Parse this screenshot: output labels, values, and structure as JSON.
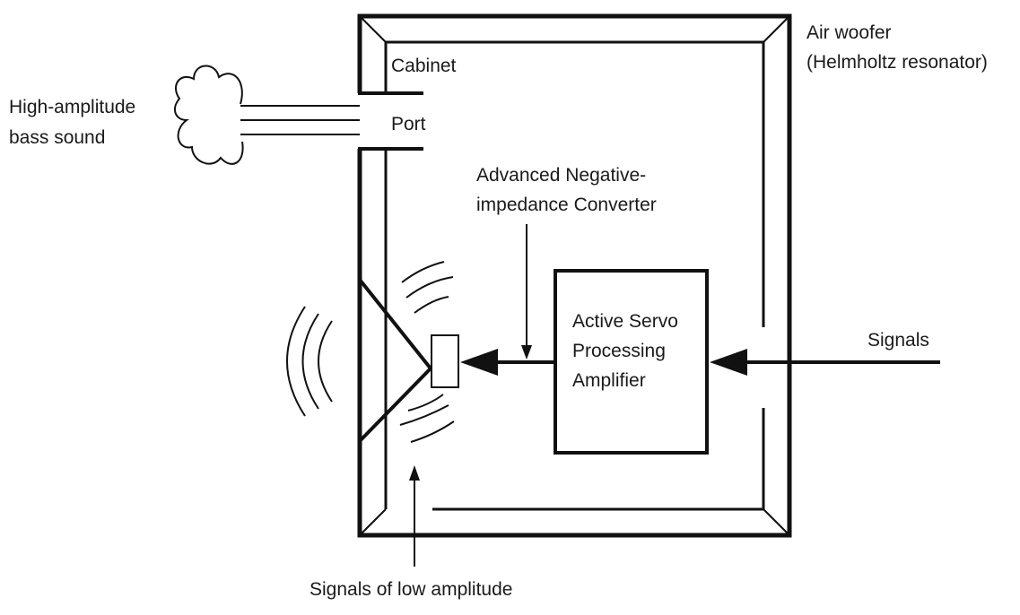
{
  "labels": {
    "air_woofer_line1": "Air woofer",
    "air_woofer_line2": "(Helmholtz resonator)",
    "cabinet": "Cabinet",
    "high_amplitude_line1": "High-amplitude",
    "high_amplitude_line2": "bass sound",
    "port": "Port",
    "anic_line1": "Advanced Negative-",
    "anic_line2": "impedance Converter",
    "amplifier_line1": "Active Servo",
    "amplifier_line2": "Processing",
    "amplifier_line3": "Amplifier",
    "signals": "Signals",
    "signals_low": "Signals of low amplitude"
  },
  "colors": {
    "line": "#111111",
    "text": "#1a1a1a",
    "background": "#ffffff"
  }
}
